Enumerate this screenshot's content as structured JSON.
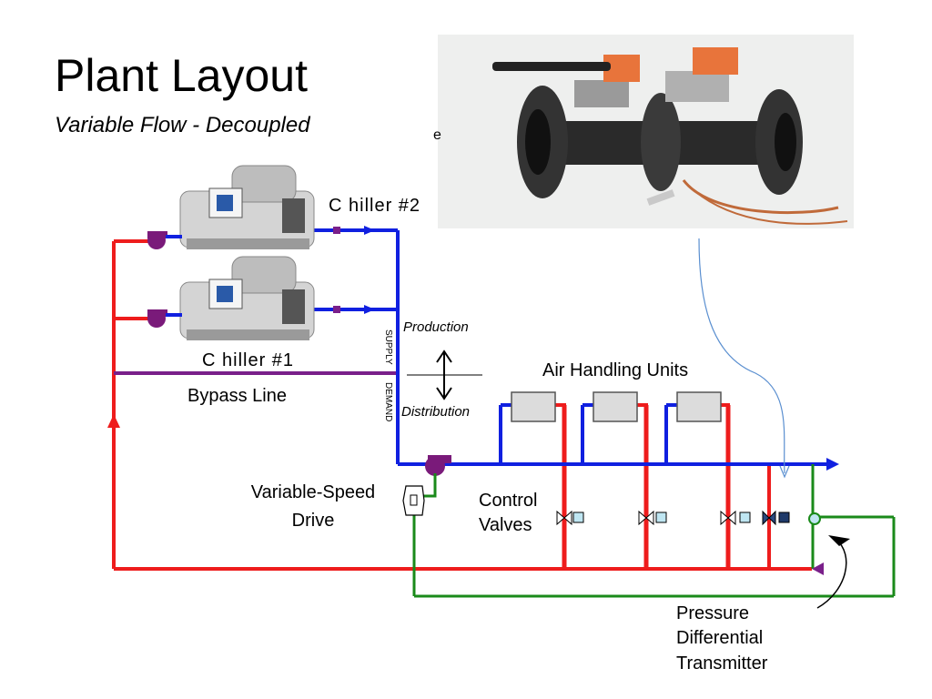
{
  "slide": {
    "title": "Plant Layout",
    "subtitle": "Variable Flow - Decoupled"
  },
  "labels": {
    "chiller2": "C hiller #2",
    "chiller1": "C hiller #1",
    "bypass": "Bypass Line",
    "production": "Production",
    "distribution": "Distribution",
    "supply": "SUPPLY",
    "demand": "DEMAND",
    "air_handling_units": "Air Handling Units",
    "vsd_line1": "Variable-Speed",
    "vsd_line2": "Drive",
    "control_valves_line1": "Control",
    "control_valves_line2": "Valves",
    "pdt_line1": "Pressure",
    "pdt_line2": "Differential",
    "pdt_line3": "Transmitter",
    "photo_fragment": "e"
  },
  "colors": {
    "supply_pipe": "#1020e0",
    "return_pipe": "#ee1c1c",
    "bypass_pipe": "#7a1f8a",
    "signal_line": "#1a8a1a",
    "pump": "#7a1a7a",
    "valve_actuator": "#bfe6f2",
    "pointer_line": "#5a8fd0"
  },
  "icons": [
    "chiller-icon",
    "pump-icon",
    "valve-icon",
    "ahu-icon",
    "vsd-icon",
    "transmitter-icon",
    "valve-photo"
  ]
}
